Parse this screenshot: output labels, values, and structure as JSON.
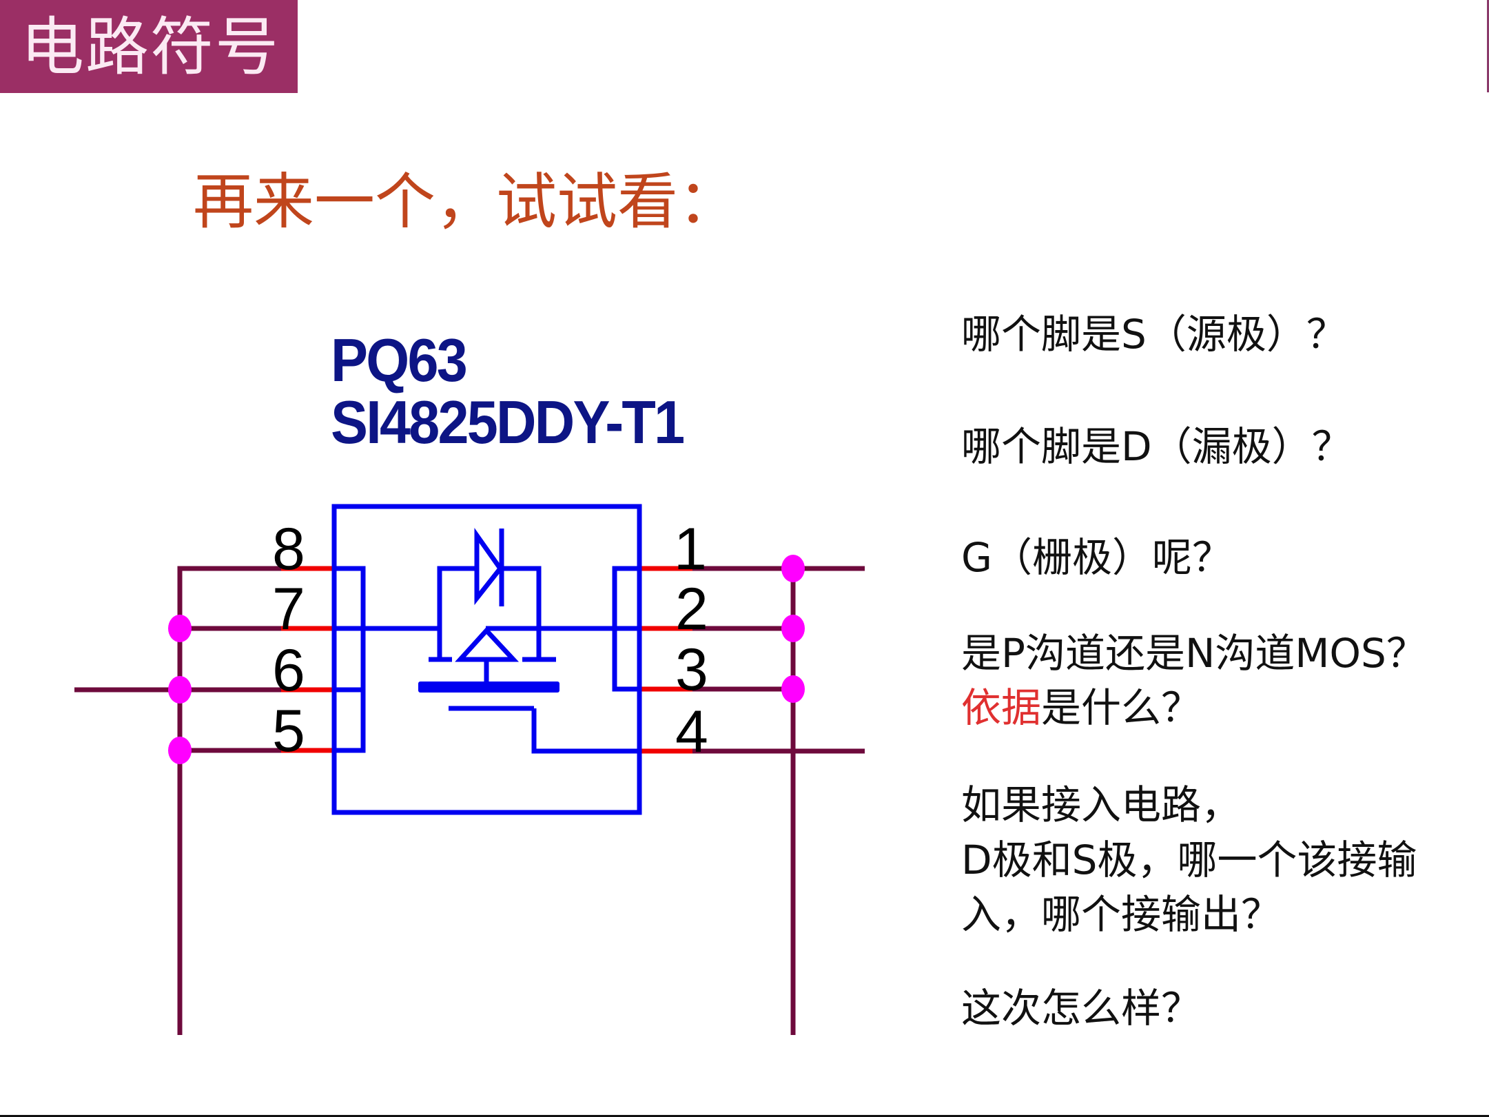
{
  "header": {
    "title": "电路符号"
  },
  "subtitle": "再来一个，试试看：",
  "component": {
    "designator": "PQ63",
    "part_number": "SI4825DDY-T1",
    "pins_left": [
      "8",
      "7",
      "6",
      "5"
    ],
    "pins_right": [
      "1",
      "2",
      "3",
      "4"
    ]
  },
  "questions": [
    {
      "parts": [
        {
          "text": "哪个脚是S（源极）？",
          "highlight": false
        }
      ]
    },
    {
      "parts": [
        {
          "text": "哪个脚是D（漏极）？",
          "highlight": false
        }
      ]
    },
    {
      "parts": [
        {
          "text": "G（栅极）呢？",
          "highlight": false
        }
      ]
    },
    {
      "parts": [
        {
          "text": "是P沟道还是N沟道MOS？",
          "highlight": false
        }
      ]
    },
    {
      "parts": [
        {
          "text": "依据",
          "highlight": true
        },
        {
          "text": "是什么？",
          "highlight": false
        }
      ]
    },
    {
      "parts": [
        {
          "text": "如果接入电路，",
          "highlight": false
        }
      ]
    },
    {
      "parts": [
        {
          "text": "D极和S极，哪一个该接输",
          "highlight": false
        }
      ]
    },
    {
      "parts": [
        {
          "text": "入，哪个接输出？",
          "highlight": false
        }
      ]
    },
    {
      "parts": [
        {
          "text": "这次怎么样？",
          "highlight": false
        }
      ]
    }
  ],
  "colors": {
    "header_bg": "#9B2F65",
    "subtitle": "#C0451C",
    "label": "#0D1585",
    "symbol": "#0000F0",
    "wire": "#6E0A3C",
    "pin_stub": "#F00000",
    "junction": "#FF00FF",
    "highlight": "#E03030"
  }
}
